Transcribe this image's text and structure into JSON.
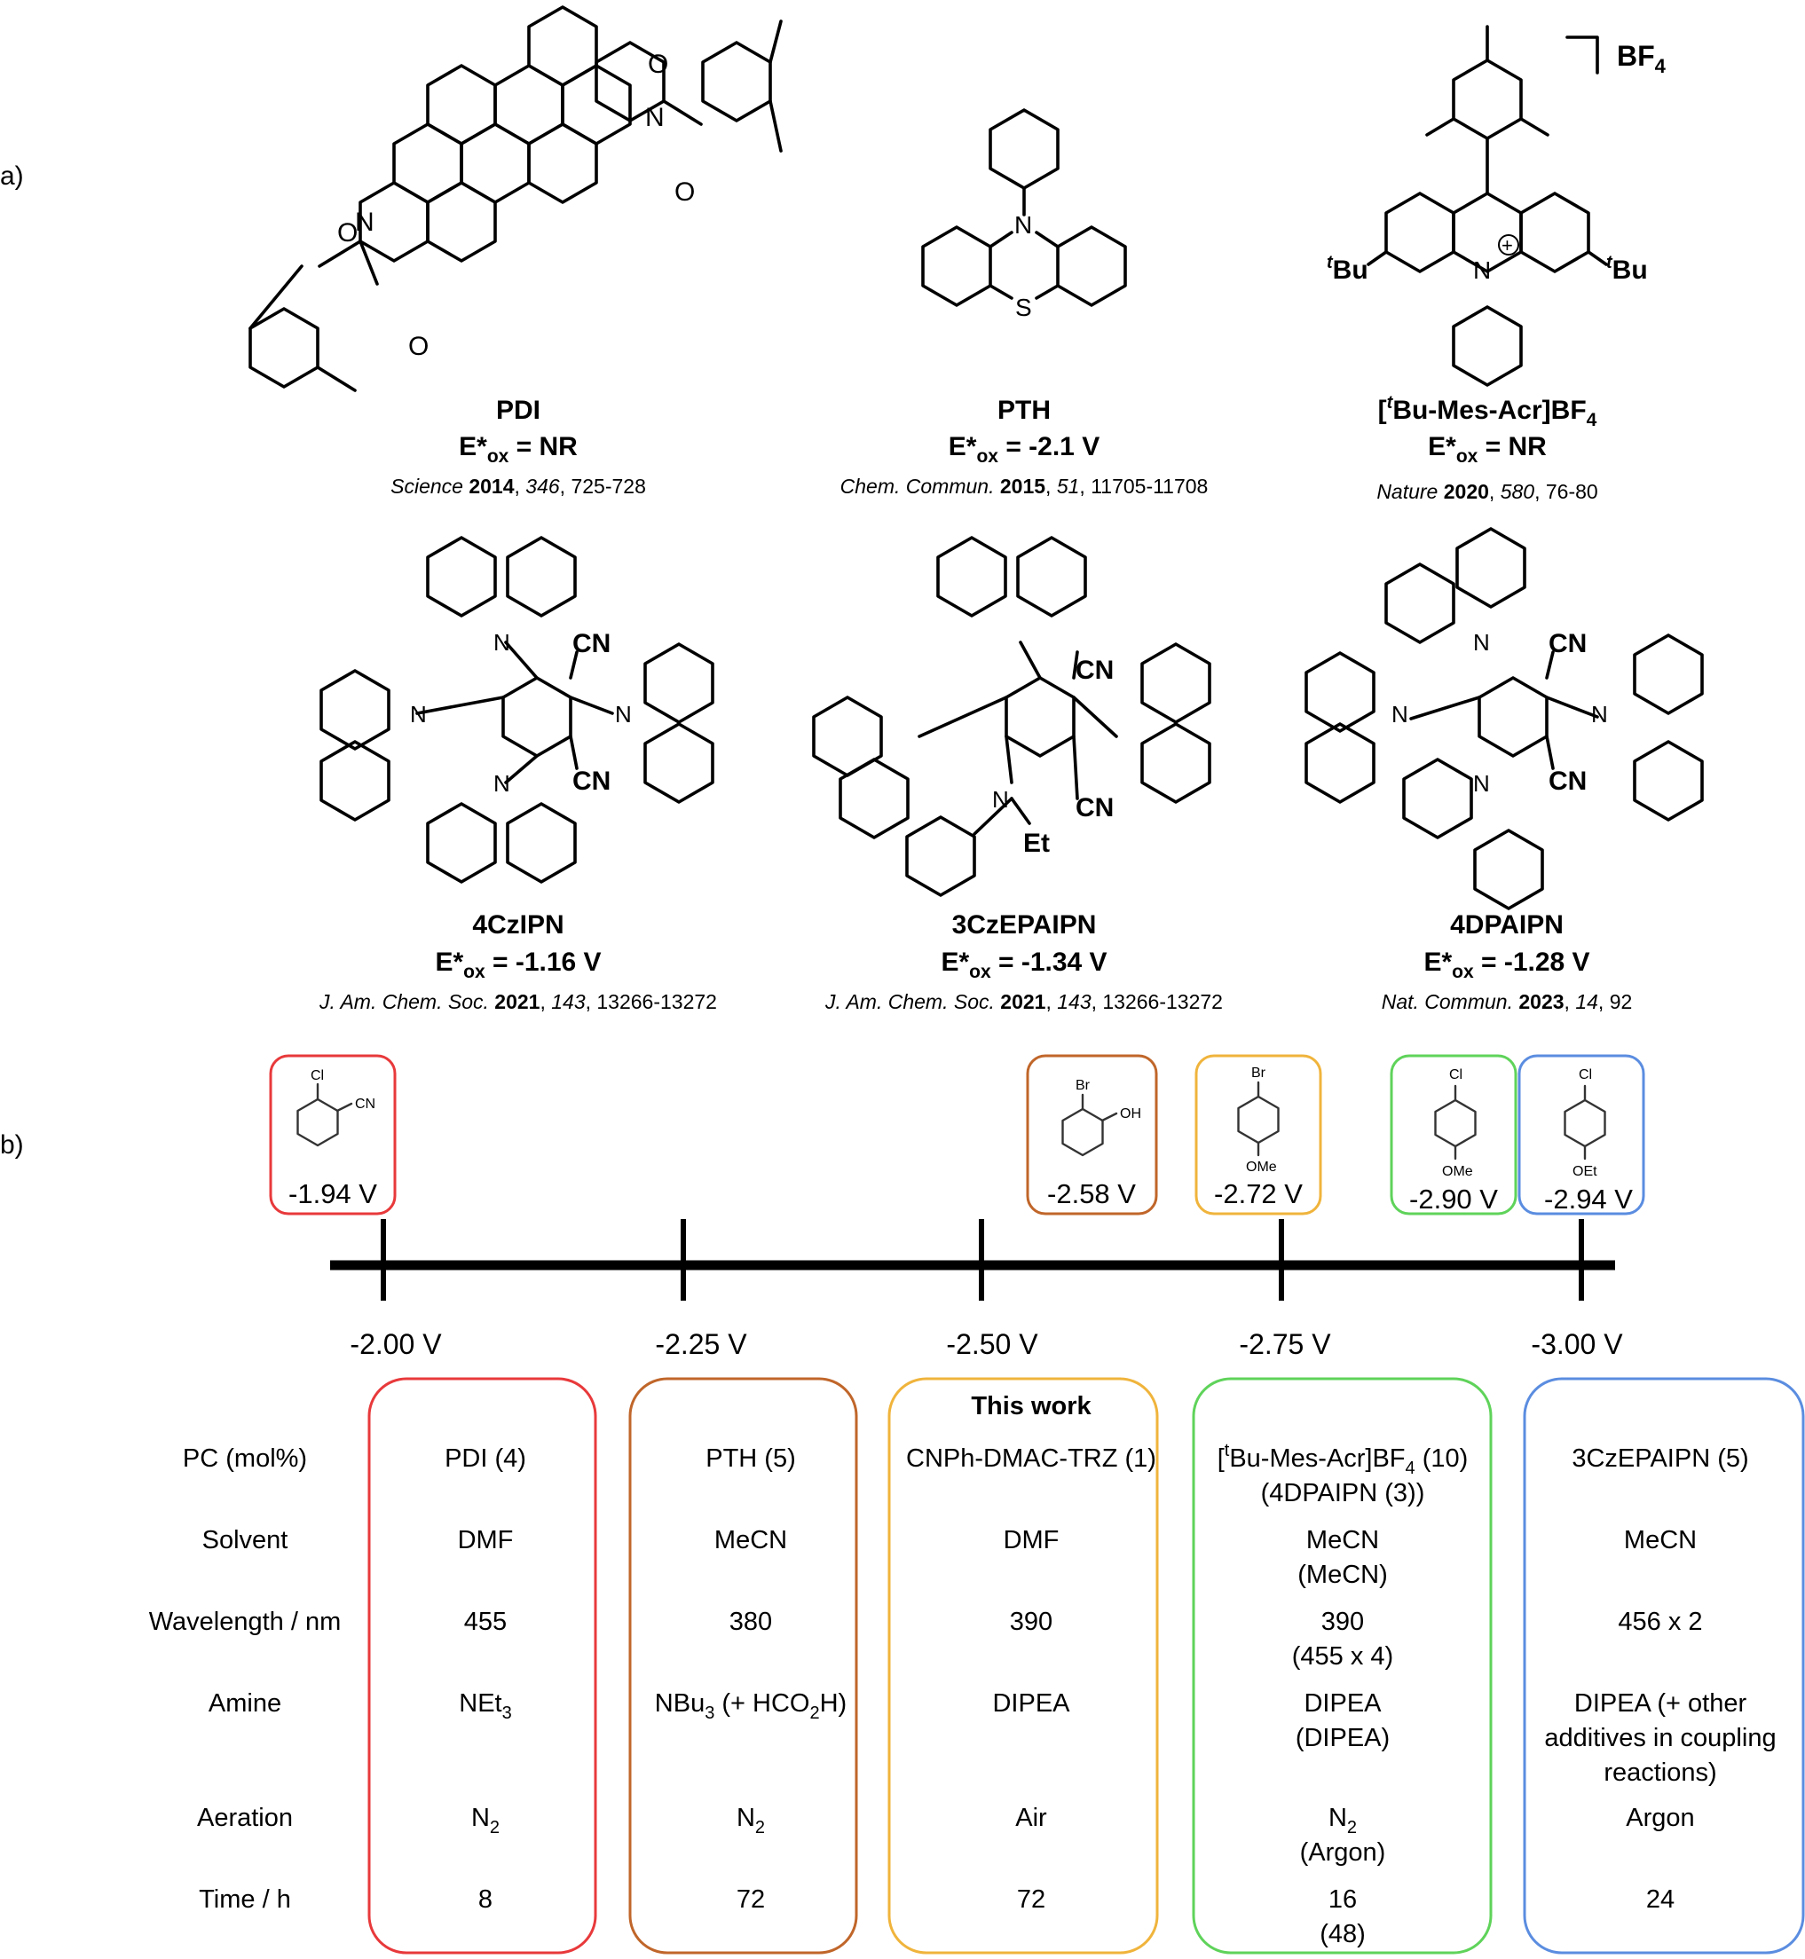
{
  "part_labels": {
    "a": "a)",
    "b": "b)"
  },
  "catalysts": [
    {
      "name": "PDI",
      "eox": "E*ox = NR",
      "eox_sym": "E*",
      "eox_sub": "ox",
      "eox_val": " = NR",
      "ref_journal": "Science",
      "ref_year": "2014",
      "ref_vol": "346",
      "ref_pages": "725-728"
    },
    {
      "name": "PTH",
      "eox_sym": "E*",
      "eox_sub": "ox",
      "eox_val": " = -2.1 V",
      "ref_journal": "Chem. Commun.",
      "ref_year": "2015",
      "ref_vol": "51",
      "ref_pages": "11705-11708"
    },
    {
      "name_pre": "[",
      "name_sup": "t",
      "name_main": "Bu-Mes-Acr]BF",
      "name_sub": "4",
      "eox_sym": "E*",
      "eox_sub": "ox",
      "eox_val": " = NR",
      "ref_journal": "Nature",
      "ref_year": "2020",
      "ref_vol": "580",
      "ref_pages": "76-80"
    },
    {
      "name": "4CzIPN",
      "eox_sym": "E*",
      "eox_sub": "ox",
      "eox_val": " = -1.16 V",
      "ref_journal": "J. Am. Chem. Soc.",
      "ref_year": "2021",
      "ref_vol": "143",
      "ref_pages": "13266-13272"
    },
    {
      "name": "3CzEPAIPN",
      "eox_sym": "E*",
      "eox_sub": "ox",
      "eox_val": " = -1.34 V",
      "ref_journal": "J. Am. Chem. Soc.",
      "ref_year": "2021",
      "ref_vol": "143",
      "ref_pages": "13266-13272"
    },
    {
      "name": "4DPAIPN",
      "eox_sym": "E*",
      "eox_sub": "ox",
      "eox_val": " = -1.28 V",
      "ref_journal": "Nat. Commun.",
      "ref_year": "2023",
      "ref_vol": "14",
      "ref_pages": "92"
    }
  ],
  "atom_labels": {
    "o": "O",
    "n": "N",
    "s": "S",
    "cn": "CN",
    "et": "Et",
    "bf4_main": "BF",
    "bf4_sub": "4",
    "tbu_sup": "t",
    "tbu_main": "Bu",
    "plus": "+",
    "cl": "Cl",
    "br": "Br",
    "oh": "OH",
    "ome": "OMe",
    "oet": "OEt"
  },
  "axis": {
    "ticks": [
      "-2.00 V",
      "-2.25 V",
      "-2.50 V",
      "-2.75 V",
      "-3.00 V"
    ]
  },
  "substrates": [
    {
      "potential": "-1.94 V",
      "color": "#e8393b",
      "sub1": "Cl",
      "sub2": "CN"
    },
    {
      "potential": "-2.58 V",
      "color": "#c0662a",
      "sub1": "Br",
      "sub2": "OH"
    },
    {
      "potential": "-2.72 V",
      "color": "#f0b43c",
      "sub1": "Br",
      "sub2": "OMe"
    },
    {
      "potential": "-2.90 V",
      "color": "#5fd35a",
      "sub1": "Cl",
      "sub2": "OMe"
    },
    {
      "potential": "-2.94 V",
      "color": "#5b8de0",
      "sub1": "Cl",
      "sub2": "OEt"
    }
  ],
  "table": {
    "row_headers": [
      "PC (mol%)",
      "Solvent",
      "Wavelength / nm",
      "Amine",
      "Aeration",
      "Time / h"
    ],
    "this_work": "This work",
    "columns": [
      {
        "color": "#e8393b",
        "pc": "PDI (4)",
        "solvent": "DMF",
        "wavelength": "455",
        "amine": "NEt",
        "amine_sub": "3",
        "aeration": "N",
        "aeration_sub": "2",
        "time": "8"
      },
      {
        "color": "#c0662a",
        "pc": "PTH (5)",
        "solvent": "MeCN",
        "wavelength": "380",
        "amine_a": "NBu",
        "amine_a_sub": "3",
        "amine_b": " (+ HCO",
        "amine_b_sub": "2",
        "amine_c": "H)",
        "aeration": "N",
        "aeration_sub": "2",
        "time": "72"
      },
      {
        "color": "#f0b43c",
        "pc": "CNPh-DMAC-TRZ (1)",
        "solvent": "DMF",
        "wavelength": "390",
        "amine": "DIPEA",
        "aeration": "Air",
        "time": "72"
      },
      {
        "color": "#5fd35a",
        "pc_pre": "[",
        "pc_sup": "t",
        "pc_main": "Bu-Mes-Acr]BF",
        "pc_sub": "4",
        "pc_tail": " (10)",
        "pc_line2": "(4DPAIPN (3))",
        "solvent": "MeCN",
        "solvent_line2": "(MeCN)",
        "wavelength": "390",
        "wavelength_line2": "(455 x 4)",
        "amine": "DIPEA",
        "amine_line2": "(DIPEA)",
        "aeration": "N",
        "aeration_sub": "2",
        "aeration_line2": "(Argon)",
        "time": "16",
        "time_line2": "(48)"
      },
      {
        "color": "#5b8de0",
        "pc": "3CzEPAIPN (5)",
        "solvent": "MeCN",
        "wavelength": "456 x 2",
        "amine_line1": "DIPEA (+ other",
        "amine_line2": "additives in coupling",
        "amine_line3": "reactions)",
        "aeration": "Argon",
        "time": "24"
      }
    ]
  }
}
